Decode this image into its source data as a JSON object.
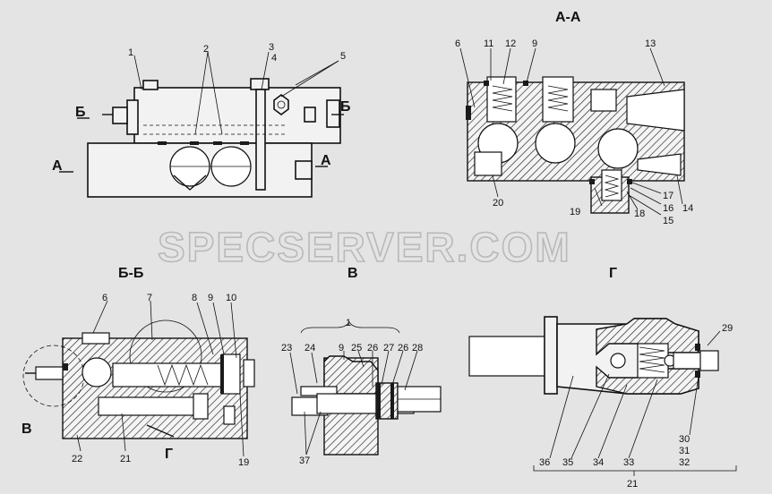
{
  "watermark": "SPECSERVER.COM",
  "views": {
    "top_left": {
      "cut_b_left": "Б",
      "cut_b_right": "Б",
      "cut_a_left": "А",
      "cut_a_right": "А"
    },
    "section_aa": {
      "title": "А-А"
    },
    "section_bb": {
      "title": "Б-Б",
      "callout_v": "В",
      "callout_g": "Г"
    },
    "view_v": {
      "title": "В"
    },
    "view_g": {
      "title": "Г"
    }
  },
  "callouts": {
    "tl": [
      "1",
      "2",
      "3",
      "4",
      "5"
    ],
    "aa": [
      "6",
      "11",
      "12",
      "9",
      "13",
      "20",
      "19",
      "18",
      "17",
      "16",
      "15",
      "14"
    ],
    "bb": [
      "6",
      "7",
      "8",
      "9",
      "10",
      "22",
      "21",
      "19"
    ],
    "v": [
      "1",
      "23",
      "24",
      "9",
      "25",
      "26",
      "27",
      "26",
      "28",
      "37"
    ],
    "g": [
      "29",
      "30",
      "31",
      "32",
      "36",
      "35",
      "34",
      "33",
      "21"
    ]
  }
}
